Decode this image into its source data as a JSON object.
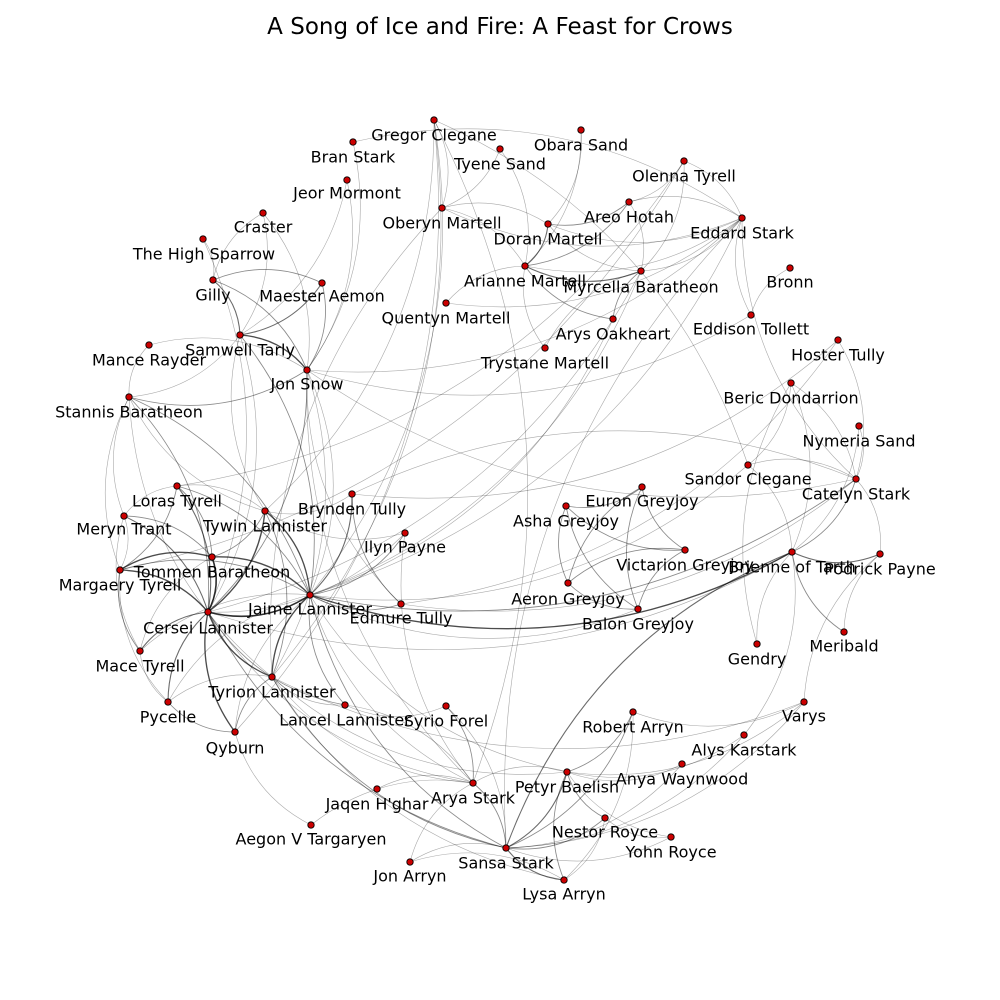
{
  "title": "A Song of Ice and Fire: A Feast for Crows",
  "colors": {
    "node_fill": "#cc0000",
    "node_stroke": "#000000",
    "edge": "#000000",
    "background": "#ffffff"
  },
  "nodes": [
    {
      "id": "gregor",
      "label": "Gregor Clegane"
    },
    {
      "id": "bran",
      "label": "Bran Stark"
    },
    {
      "id": "obara",
      "label": "Obara Sand"
    },
    {
      "id": "tyene",
      "label": "Tyene Sand"
    },
    {
      "id": "olenna",
      "label": "Olenna Tyrell"
    },
    {
      "id": "jeor",
      "label": "Jeor Mormont"
    },
    {
      "id": "areo",
      "label": "Areo Hotah"
    },
    {
      "id": "craster",
      "label": "Craster"
    },
    {
      "id": "oberyn",
      "label": "Oberyn Martell"
    },
    {
      "id": "doran",
      "label": "Doran Martell"
    },
    {
      "id": "eddard",
      "label": "Eddard Stark"
    },
    {
      "id": "sparrow",
      "label": "The High Sparrow"
    },
    {
      "id": "bronn",
      "label": "Bronn"
    },
    {
      "id": "arianne",
      "label": "Arianne Martell"
    },
    {
      "id": "gilly",
      "label": "Gilly"
    },
    {
      "id": "aemon",
      "label": "Maester Aemon"
    },
    {
      "id": "myrcella",
      "label": "Myrcella Baratheon"
    },
    {
      "id": "quentyn",
      "label": "Quentyn Martell"
    },
    {
      "id": "arys",
      "label": "Arys Oakheart"
    },
    {
      "id": "eddison",
      "label": "Eddison Tollett"
    },
    {
      "id": "samwell",
      "label": "Samwell Tarly"
    },
    {
      "id": "hoster",
      "label": "Hoster Tully"
    },
    {
      "id": "mance",
      "label": "Mance Rayder"
    },
    {
      "id": "trystane",
      "label": "Trystane Martell"
    },
    {
      "id": "jon",
      "label": "Jon Snow"
    },
    {
      "id": "beric",
      "label": "Beric Dondarrion"
    },
    {
      "id": "stannis",
      "label": "Stannis Baratheon"
    },
    {
      "id": "nymeria",
      "label": "Nymeria Sand"
    },
    {
      "id": "sandor",
      "label": "Sandor Clegane"
    },
    {
      "id": "catelyn",
      "label": "Catelyn Stark"
    },
    {
      "id": "loras",
      "label": "Loras Tyrell"
    },
    {
      "id": "euron",
      "label": "Euron Greyjoy"
    },
    {
      "id": "brynden",
      "label": "Brynden Tully"
    },
    {
      "id": "asha",
      "label": "Asha Greyjoy"
    },
    {
      "id": "tywin",
      "label": "Tywin Lannister"
    },
    {
      "id": "meryn",
      "label": "Meryn Trant"
    },
    {
      "id": "ilyn",
      "label": "Ilyn Payne"
    },
    {
      "id": "victarion",
      "label": "Victarion Greyjoy"
    },
    {
      "id": "brienne",
      "label": "Brienne of Tarth"
    },
    {
      "id": "podrick",
      "label": "Podrick Payne"
    },
    {
      "id": "tommen",
      "label": "Tommen Baratheon"
    },
    {
      "id": "margaery",
      "label": "Margaery Tyrell"
    },
    {
      "id": "aeron",
      "label": "Aeron Greyjoy"
    },
    {
      "id": "jaime",
      "label": "Jaime Lannister"
    },
    {
      "id": "edmure",
      "label": "Edmure Tully"
    },
    {
      "id": "balon",
      "label": "Balon Greyjoy"
    },
    {
      "id": "cersei",
      "label": "Cersei Lannister"
    },
    {
      "id": "meribald",
      "label": "Meribald"
    },
    {
      "id": "gendry",
      "label": "Gendry"
    },
    {
      "id": "mace",
      "label": "Mace Tyrell"
    },
    {
      "id": "tyrion",
      "label": "Tyrion Lannister"
    },
    {
      "id": "pycelle",
      "label": "Pycelle"
    },
    {
      "id": "lancel",
      "label": "Lancel Lannister"
    },
    {
      "id": "syrio",
      "label": "Syrio Forel"
    },
    {
      "id": "robert",
      "label": "Robert Arryn"
    },
    {
      "id": "varys",
      "label": "Varys"
    },
    {
      "id": "qyburn",
      "label": "Qyburn"
    },
    {
      "id": "alys",
      "label": "Alys Karstark"
    },
    {
      "id": "anya",
      "label": "Anya Waynwood"
    },
    {
      "id": "petyr",
      "label": "Petyr Baelish"
    },
    {
      "id": "jaqen",
      "label": "Jaqen H'ghar"
    },
    {
      "id": "arya",
      "label": "Arya Stark"
    },
    {
      "id": "nestor",
      "label": "Nestor Royce"
    },
    {
      "id": "aegon",
      "label": "Aegon V Targaryen"
    },
    {
      "id": "yohn",
      "label": "Yohn Royce"
    },
    {
      "id": "sansa",
      "label": "Sansa Stark"
    },
    {
      "id": "jonarryn",
      "label": "Jon Arryn"
    },
    {
      "id": "lysa",
      "label": "Lysa Arryn"
    }
  ],
  "edges": [
    [
      "cersei",
      "jaime",
      5
    ],
    [
      "cersei",
      "tommen",
      5
    ],
    [
      "cersei",
      "margaery",
      4
    ],
    [
      "cersei",
      "tyrion",
      4
    ],
    [
      "cersei",
      "qyburn",
      4
    ],
    [
      "cersei",
      "pycelle",
      3
    ],
    [
      "cersei",
      "mace",
      3
    ],
    [
      "cersei",
      "tywin",
      4
    ],
    [
      "cersei",
      "loras",
      3
    ],
    [
      "cersei",
      "meryn",
      3
    ],
    [
      "cersei",
      "lancel",
      2
    ],
    [
      "cersei",
      "stannis",
      2
    ],
    [
      "cersei",
      "sparrow",
      1
    ],
    [
      "cersei",
      "ilyn",
      1
    ],
    [
      "cersei",
      "samwell",
      1
    ],
    [
      "cersei",
      "jon",
      2
    ],
    [
      "cersei",
      "sansa",
      2
    ],
    [
      "cersei",
      "arya",
      1
    ],
    [
      "cersei",
      "brienne",
      1
    ],
    [
      "cersei",
      "myrcella",
      1
    ],
    [
      "jaime",
      "tommen",
      4
    ],
    [
      "jaime",
      "tywin",
      4
    ],
    [
      "jaime",
      "tyrion",
      4
    ],
    [
      "jaime",
      "brienne",
      4
    ],
    [
      "jaime",
      "lancel",
      2
    ],
    [
      "jaime",
      "ilyn",
      2
    ],
    [
      "jaime",
      "edmure",
      2
    ],
    [
      "jaime",
      "brynden",
      3
    ],
    [
      "jaime",
      "loras",
      2
    ],
    [
      "jaime",
      "margaery",
      2
    ],
    [
      "jaime",
      "catelyn",
      2
    ],
    [
      "jaime",
      "sansa",
      2
    ],
    [
      "jaime",
      "petyr",
      1
    ],
    [
      "jaime",
      "jon",
      1
    ],
    [
      "jaime",
      "myrcella",
      1
    ],
    [
      "jaime",
      "arys",
      1
    ],
    [
      "jaime",
      "stannis",
      2
    ],
    [
      "jaime",
      "samwell",
      2
    ],
    [
      "jaime",
      "gregor",
      1
    ],
    [
      "jaime",
      "sandor",
      1
    ],
    [
      "jaime",
      "arya",
      1
    ],
    [
      "jaime",
      "qyburn",
      1
    ],
    [
      "jaime",
      "mace",
      1
    ],
    [
      "jaime",
      "pycelle",
      1
    ],
    [
      "jaime",
      "eddard",
      1
    ],
    [
      "tommen",
      "margaery",
      4
    ],
    [
      "tommen",
      "loras",
      2
    ],
    [
      "tommen",
      "tywin",
      2
    ],
    [
      "tommen",
      "meryn",
      2
    ],
    [
      "tommen",
      "mace",
      1
    ],
    [
      "tyrion",
      "tywin",
      2
    ],
    [
      "tyrion",
      "qyburn",
      2
    ],
    [
      "tyrion",
      "pycelle",
      1
    ],
    [
      "tyrion",
      "sansa",
      2
    ],
    [
      "tyrion",
      "petyr",
      1
    ],
    [
      "tyrion",
      "varys",
      1
    ],
    [
      "tyrion",
      "gregor",
      1
    ],
    [
      "tyrion",
      "jon",
      1
    ],
    [
      "tyrion",
      "lancel",
      1
    ],
    [
      "tyrion",
      "arya",
      1
    ],
    [
      "margaery",
      "loras",
      2
    ],
    [
      "margaery",
      "mace",
      2
    ],
    [
      "margaery",
      "meryn",
      1
    ],
    [
      "margaery",
      "olenna",
      1
    ],
    [
      "margaery",
      "pycelle",
      1
    ],
    [
      "stannis",
      "jon",
      2
    ],
    [
      "stannis",
      "margaery",
      1
    ],
    [
      "stannis",
      "meryn",
      1
    ],
    [
      "stannis",
      "samwell",
      1
    ],
    [
      "stannis",
      "tyrion",
      1
    ],
    [
      "jon",
      "samwell",
      4
    ],
    [
      "jon",
      "aemon",
      2
    ],
    [
      "jon",
      "gilly",
      2
    ],
    [
      "jon",
      "mance",
      1
    ],
    [
      "jon",
      "craster",
      1
    ],
    [
      "jon",
      "jeor",
      1
    ],
    [
      "jon",
      "bran",
      1
    ],
    [
      "jon",
      "arya",
      1
    ],
    [
      "jon",
      "catelyn",
      1
    ],
    [
      "jon",
      "eddard",
      1
    ],
    [
      "jon",
      "eddison",
      1
    ],
    [
      "samwell",
      "gilly",
      3
    ],
    [
      "samwell",
      "aemon",
      3
    ],
    [
      "samwell",
      "craster",
      1
    ],
    [
      "samwell",
      "tywin",
      1
    ],
    [
      "samwell",
      "jeor",
      1
    ],
    [
      "aemon",
      "gilly",
      2
    ],
    [
      "arianne",
      "myrcella",
      3
    ],
    [
      "arianne",
      "doran",
      3
    ],
    [
      "arianne",
      "areo",
      2
    ],
    [
      "arianne",
      "arys",
      2
    ],
    [
      "arianne",
      "quentyn",
      1
    ],
    [
      "arianne",
      "trystane",
      1
    ],
    [
      "arianne",
      "oberyn",
      1
    ],
    [
      "arianne",
      "tyene",
      1
    ],
    [
      "arianne",
      "obara",
      1
    ],
    [
      "arianne",
      "eddard",
      1
    ],
    [
      "doran",
      "areo",
      2
    ],
    [
      "doran",
      "myrcella",
      1
    ],
    [
      "doran",
      "oberyn",
      1
    ],
    [
      "doran",
      "obara",
      1
    ],
    [
      "doran",
      "eddard",
      1
    ],
    [
      "myrcella",
      "arys",
      2
    ],
    [
      "myrcella",
      "areo",
      1
    ],
    [
      "myrcella",
      "eddard",
      1
    ],
    [
      "myrcella",
      "olenna",
      1
    ],
    [
      "myrcella",
      "trystane",
      1
    ],
    [
      "oberyn",
      "gregor",
      1
    ],
    [
      "oberyn",
      "tyene",
      1
    ],
    [
      "oberyn",
      "eddard",
      1
    ],
    [
      "oberyn",
      "tyrion",
      1
    ],
    [
      "eddard",
      "olenna",
      1
    ],
    [
      "eddard",
      "areo",
      1
    ],
    [
      "eddard",
      "bran",
      1
    ],
    [
      "eddard",
      "sansa",
      1
    ],
    [
      "eddard",
      "catelyn",
      1
    ],
    [
      "eddard",
      "eddison",
      1
    ],
    [
      "asha",
      "euron",
      2
    ],
    [
      "asha",
      "victarion",
      2
    ],
    [
      "asha",
      "aeron",
      2
    ],
    [
      "asha",
      "balon",
      2
    ],
    [
      "euron",
      "victarion",
      2
    ],
    [
      "euron",
      "aeron",
      2
    ],
    [
      "euron",
      "balon",
      2
    ],
    [
      "victarion",
      "balon",
      2
    ],
    [
      "victarion",
      "aeron",
      2
    ],
    [
      "aeron",
      "balon",
      2
    ],
    [
      "brienne",
      "podrick",
      3
    ],
    [
      "brienne",
      "meribald",
      2
    ],
    [
      "brienne",
      "catelyn",
      2
    ],
    [
      "brienne",
      "sandor",
      1
    ],
    [
      "brienne",
      "gendry",
      1
    ],
    [
      "brienne",
      "sansa",
      3
    ],
    [
      "brienne",
      "beric",
      1
    ],
    [
      "brienne",
      "nymeria",
      1
    ],
    [
      "podrick",
      "meribald",
      1
    ],
    [
      "podrick",
      "catelyn",
      1
    ],
    [
      "podrick",
      "varys",
      1
    ],
    [
      "catelyn",
      "sandor",
      1
    ],
    [
      "catelyn",
      "beric",
      1
    ],
    [
      "catelyn",
      "brynden",
      1
    ],
    [
      "catelyn",
      "nymeria",
      1
    ],
    [
      "catelyn",
      "hoster",
      1
    ],
    [
      "sansa",
      "petyr",
      3
    ],
    [
      "sansa",
      "lysa",
      3
    ],
    [
      "sansa",
      "nestor",
      2
    ],
    [
      "sansa",
      "robert",
      2
    ],
    [
      "sansa",
      "arya",
      2
    ],
    [
      "sansa",
      "jonarryn",
      1
    ],
    [
      "sansa",
      "yohn",
      1
    ],
    [
      "sansa",
      "syrio",
      1
    ],
    [
      "sansa",
      "anya",
      1
    ],
    [
      "sansa",
      "alys",
      1
    ],
    [
      "sansa",
      "varys",
      1
    ],
    [
      "petyr",
      "lysa",
      2
    ],
    [
      "petyr",
      "nestor",
      2
    ],
    [
      "petyr",
      "robert",
      2
    ],
    [
      "petyr",
      "yohn",
      1
    ],
    [
      "petyr",
      "anya",
      1
    ],
    [
      "petyr",
      "alys",
      1
    ],
    [
      "petyr",
      "varys",
      1
    ],
    [
      "petyr",
      "arya",
      1
    ],
    [
      "lysa",
      "nestor",
      1
    ],
    [
      "lysa",
      "robert",
      1
    ],
    [
      "lysa",
      "jonarryn",
      1
    ],
    [
      "nestor",
      "yohn",
      1
    ],
    [
      "arya",
      "syrio",
      2
    ],
    [
      "arya",
      "jaqen",
      1
    ],
    [
      "arya",
      "aegon",
      1
    ],
    [
      "arya",
      "lancel",
      1
    ],
    [
      "arya",
      "jonarryn",
      1
    ],
    [
      "arya",
      "gregor",
      1
    ],
    [
      "brynden",
      "edmure",
      2
    ],
    [
      "brynden",
      "hoster",
      1
    ],
    [
      "edmure",
      "hoster",
      1
    ],
    [
      "edmure",
      "catelyn",
      1
    ],
    [
      "sandor",
      "beric",
      1
    ],
    [
      "sandor",
      "gregor",
      1
    ],
    [
      "beric",
      "gendry",
      1
    ],
    [
      "tywin",
      "ilyn",
      1
    ],
    [
      "tywin",
      "brynden",
      1
    ],
    [
      "tywin",
      "gregor",
      1
    ],
    [
      "tywin",
      "loras",
      1
    ],
    [
      "loras",
      "meryn",
      1
    ],
    [
      "loras",
      "olenna",
      1
    ],
    [
      "meryn",
      "mace",
      1
    ],
    [
      "mace",
      "pycelle",
      1
    ],
    [
      "pycelle",
      "qyburn",
      2
    ],
    [
      "qyburn",
      "gregor",
      1
    ],
    [
      "qyburn",
      "aegon",
      1
    ],
    [
      "lancel",
      "syrio",
      1
    ],
    [
      "ilyn",
      "arya",
      1
    ],
    [
      "gilly",
      "sparrow",
      1
    ],
    [
      "mance",
      "stannis",
      1
    ],
    [
      "craster",
      "gilly",
      1
    ],
    [
      "bronn",
      "eddison",
      1
    ],
    [
      "jon",
      "edmure",
      1
    ],
    [
      "areo",
      "olenna",
      1
    ],
    [
      "quentyn",
      "eddard",
      1
    ],
    [
      "robert",
      "varys",
      1
    ],
    [
      "alys",
      "brienne",
      1
    ],
    [
      "stannis",
      "tywin",
      1
    ],
    [
      "jaime",
      "balon",
      1
    ],
    [
      "tyrion",
      "lysa",
      1
    ]
  ]
}
